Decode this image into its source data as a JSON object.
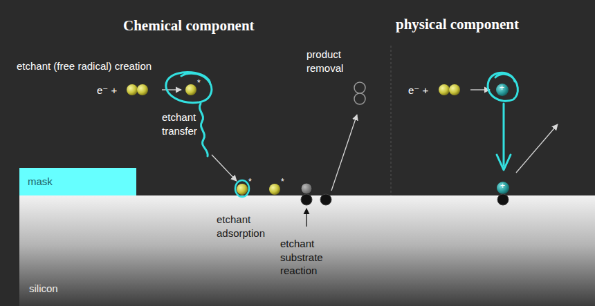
{
  "diagram": {
    "nodes": [
      {
        "text": [
          "mask"
        ]
      },
      {
        "text": [
          "silicon"
        ]
      }
    ],
    "labels": [
      "Chemical component",
      "physical component",
      "etchant (free radical) creation",
      "e⁻ +",
      "etchant transfer",
      "product removal",
      "*",
      "*",
      "*",
      "etchant adsorption",
      "etchant substrate reaction",
      "e⁻ +",
      "+",
      "+"
    ]
  }
}
